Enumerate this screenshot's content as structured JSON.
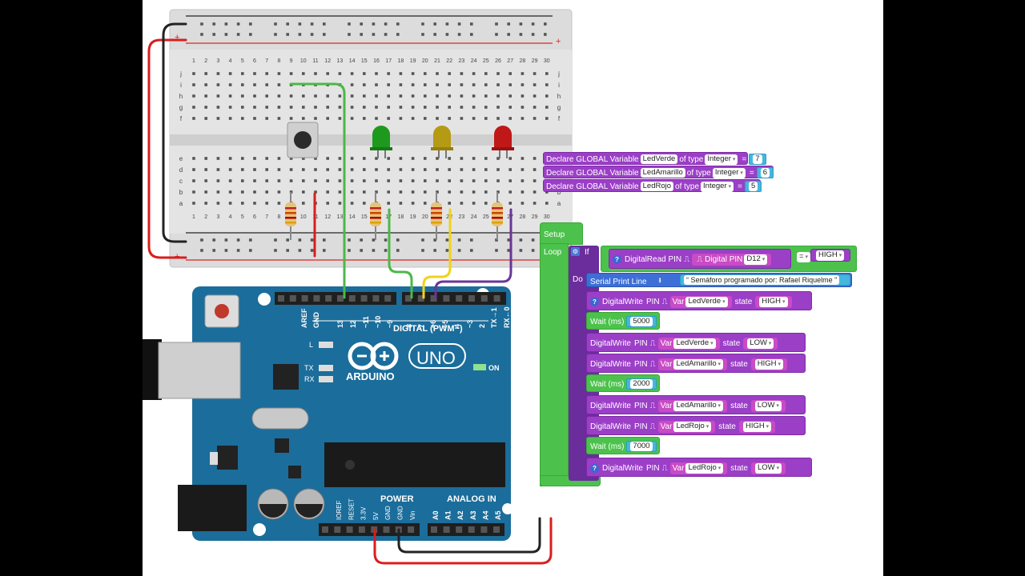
{
  "colors": {
    "breadboard": "#d8d8d8",
    "arduino": "#1b6d9b",
    "block_purple": "#9b3fc7",
    "block_green": "#4cc24c",
    "block_blue": "#3d6fd6",
    "block_cyan": "#44b7df",
    "wire_green": "#4cb748",
    "wire_yellow": "#f1d21a",
    "wire_purple": "#6a3598",
    "wire_red": "#d91e1e",
    "led_green": "#1d9a1d",
    "led_yellow": "#b59a14",
    "led_red": "#c01818"
  },
  "breadboard": {
    "plus_label": "+",
    "minus_label": "−",
    "columns": [
      "1",
      "2",
      "3",
      "4",
      "5",
      "6",
      "7",
      "8",
      "9",
      "10",
      "11",
      "12",
      "13",
      "14",
      "15",
      "16",
      "17",
      "18",
      "19",
      "20",
      "21",
      "22",
      "23",
      "24",
      "25",
      "26",
      "27",
      "28",
      "29",
      "30"
    ],
    "rows_top": [
      "j",
      "i",
      "h",
      "g",
      "f"
    ],
    "rows_bottom": [
      "e",
      "d",
      "c",
      "b",
      "a"
    ]
  },
  "arduino": {
    "brand": "ARDUINO",
    "model": "UNO",
    "digital_label": "DIGITAL (PWM~)",
    "digital_pins": [
      "AREF",
      "GND",
      "13",
      "12",
      "~11",
      "~10",
      "~9",
      "8",
      "7",
      "~6",
      "~5",
      "4",
      "~3",
      "2",
      "TX→1",
      "RX←0"
    ],
    "led_labels": [
      "L",
      "TX",
      "RX"
    ],
    "on_label": "ON",
    "power_label": "POWER",
    "power_pins": [
      "IOREF",
      "RESET",
      "3.3V",
      "5V",
      "GND",
      "GND",
      "Vin"
    ],
    "analog_label": "ANALOG IN",
    "analog_pins": [
      "A0",
      "A1",
      "A2",
      "A3",
      "A4",
      "A5"
    ]
  },
  "blocks": {
    "globals": [
      {
        "text": "Declare GLOBAL Variable",
        "name": "LedVerde",
        "of_type": "of type",
        "type": "Integer",
        "eq": "=",
        "value": "7"
      },
      {
        "text": "Declare GLOBAL Variable",
        "name": "LedAmarillo",
        "of_type": "of type",
        "type": "Integer",
        "eq": "=",
        "value": "6"
      },
      {
        "text": "Declare GLOBAL Variable",
        "name": "LedRojo",
        "of_type": "of type",
        "type": "Integer",
        "eq": "=",
        "value": "5"
      }
    ],
    "setup_label": "Setup",
    "loop_label": "Loop",
    "if_label": "If",
    "do_label": "Do",
    "digitalread_label": "DigitalRead PIN",
    "digital_pin_label": "Digital PIN",
    "digital_pin_value": "D12",
    "compare_op": "=",
    "compare_value": "HIGH",
    "serial_label": "Serial Print Line",
    "serial_text": "“ Semáforo programado por: Rafael Riquelme ”",
    "pin_label": "PIN",
    "var_label": "Var",
    "state_label": "state",
    "wait_label": "Wait (ms)",
    "statements": [
      {
        "kind": "write",
        "label": "DigitalWrite",
        "var": "LedVerde",
        "state": "HIGH",
        "help": true
      },
      {
        "kind": "wait",
        "value": "5000"
      },
      {
        "kind": "write",
        "label": "DigitalWrite",
        "var": "LedVerde",
        "state": "LOW",
        "help": false
      },
      {
        "kind": "write",
        "label": "DigitalWrite",
        "var": "LedAmarillo",
        "state": "HIGH",
        "help": false
      },
      {
        "kind": "wait",
        "value": "2000"
      },
      {
        "kind": "write",
        "label": "DigitalWrite",
        "var": "LedAmarillo",
        "state": "LOW",
        "help": false
      },
      {
        "kind": "write",
        "label": "DigitalWrite",
        "var": "LedRojo",
        "state": "HIGH",
        "help": false
      },
      {
        "kind": "wait",
        "value": "7000"
      },
      {
        "kind": "write",
        "label": "DigitalWrite",
        "var": "LedRojo",
        "state": "LOW",
        "help": true
      }
    ]
  }
}
